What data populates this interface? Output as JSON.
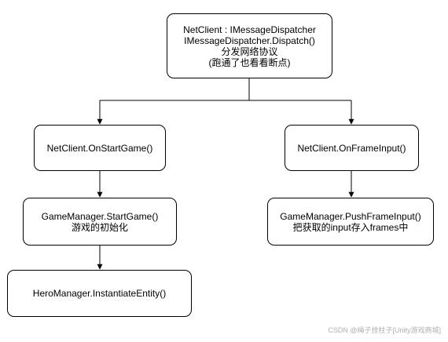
{
  "nodes": {
    "dispatch": {
      "line1": "NetClient : IMessageDispatcher",
      "line2": "IMessageDispatcher.Dispatch()",
      "line3": "分发网络协议",
      "line4": "(跑通了也看看断点)"
    },
    "on_start_game": {
      "line1": "NetClient.OnStartGame()"
    },
    "on_frame_input": {
      "line1": "NetClient.OnFrameInput()"
    },
    "gm_start_game": {
      "line1": "GameManager.StartGame()",
      "line2": "游戏的初始化"
    },
    "gm_push_frame_input": {
      "line1": "GameManager.PushFrameInput()",
      "line2": "把获取的input存入frames中"
    },
    "hero_instantiate": {
      "line1": "HeroManager.InstantiateEntity()"
    }
  },
  "watermark": "CSDN @绳子拴柱子[Unity游戏商城]",
  "colors": {
    "stroke": "#000000",
    "background": "#ffffff",
    "watermark": "#b0b0b0"
  }
}
